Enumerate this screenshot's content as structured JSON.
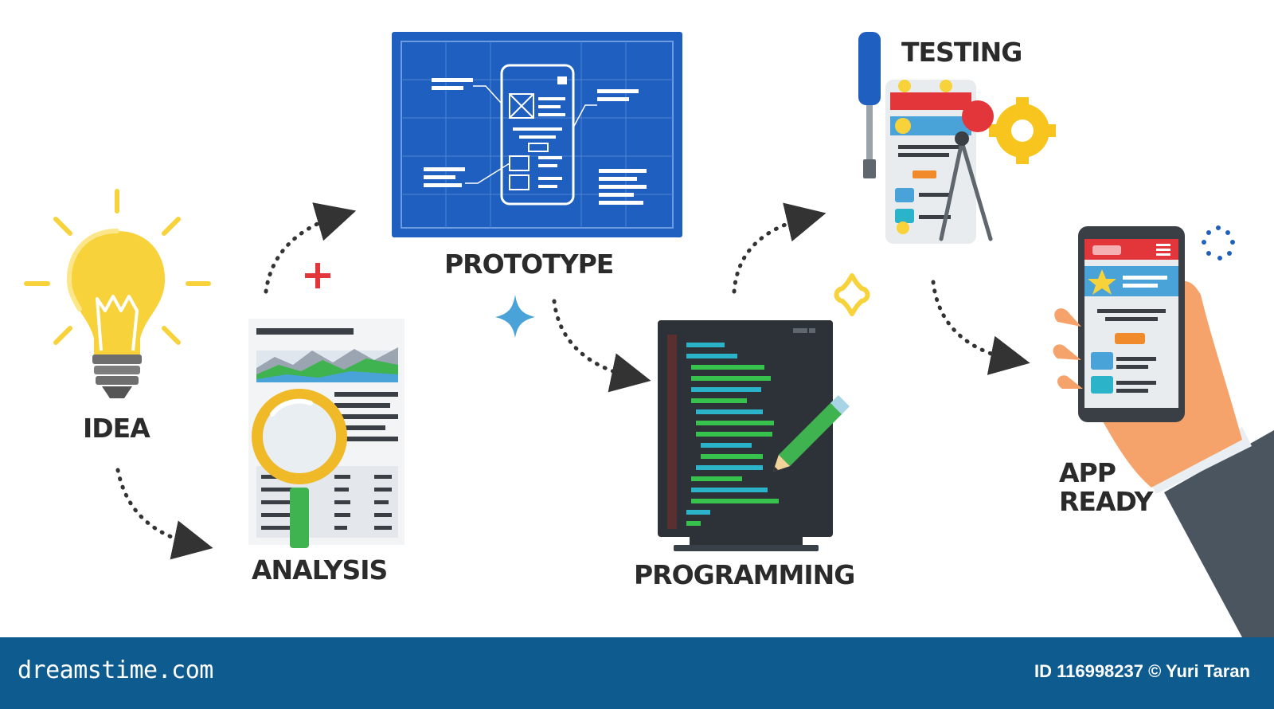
{
  "stages": [
    {
      "id": "idea",
      "label": "IDEA"
    },
    {
      "id": "analysis",
      "label": "ANALYSIS"
    },
    {
      "id": "prototype",
      "label": "PROTOTYPE"
    },
    {
      "id": "programming",
      "label": "PROGRAMMING"
    },
    {
      "id": "testing",
      "label": "TESTING"
    },
    {
      "id": "app_ready",
      "label_line1": "APP",
      "label_line2": "READY"
    }
  ],
  "footer": {
    "brand": "dreamstime.com",
    "credit": "ID 116998237 © Yuri Taran"
  },
  "colors": {
    "footer_bg": "#0e5b8f",
    "blueprint": "#1f5fbf",
    "bulb": "#f7d23a",
    "label_text": "#2b2b2b",
    "arrow": "#333333"
  },
  "icons": [
    "light-bulb-icon",
    "magnifier-report-icon",
    "blueprint-icon",
    "code-monitor-icon",
    "testing-phone-icon",
    "hand-phone-icon"
  ]
}
